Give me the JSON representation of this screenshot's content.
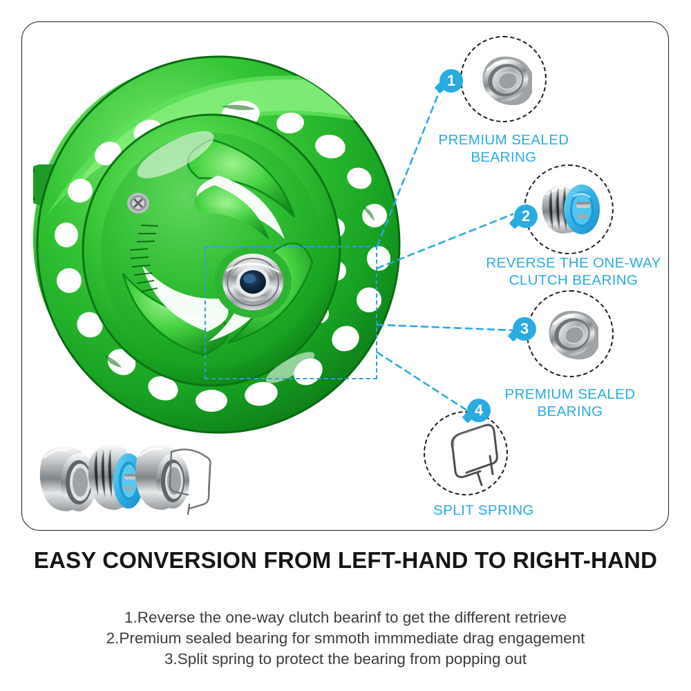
{
  "panel": {
    "product": "green fly fishing reel spool",
    "selection_box_label": "hub-selection-box"
  },
  "callouts": [
    {
      "number": "1",
      "label": "PREMIUM SEALED\nBEARING",
      "icon": "sealed-bearing-icon"
    },
    {
      "number": "2",
      "label": "REVERSE THE ONE-WAY\nCLUTCH BEARING",
      "icon": "one-way-clutch-bearing-icon"
    },
    {
      "number": "3",
      "label": "PREMIUM SEALED\nBEARING",
      "icon": "sealed-bearing-icon"
    },
    {
      "number": "4",
      "label": "SPLIT SPRING",
      "icon": "split-spring-icon"
    }
  ],
  "headline": "EASY CONVERSION FROM LEFT-HAND TO RIGHT-HAND",
  "bullets": [
    "1.Reverse the one-way clutch bearinf to get the different retrieve",
    "2.Premium sealed bearing for smmoth immmediate drag engagement",
    "3.Split spring to protect the bearing from popping out"
  ],
  "colors": {
    "accent_blue": "#29abe2",
    "reel_green": "#3fc93f",
    "reel_green_dark": "#0f7a1d",
    "text_dark": "#151515",
    "border": "#1b1b1b"
  }
}
